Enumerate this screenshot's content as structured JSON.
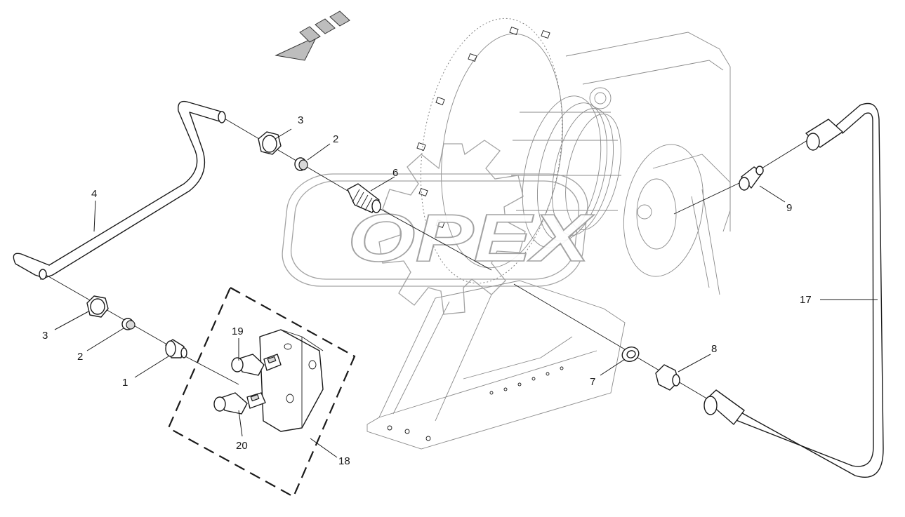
{
  "diagram": {
    "watermark_text": "OPEX",
    "callouts": [
      {
        "id": "c-1",
        "text": "1"
      },
      {
        "id": "c-2a",
        "text": "2"
      },
      {
        "id": "c-2b",
        "text": "2"
      },
      {
        "id": "c-3a",
        "text": "3"
      },
      {
        "id": "c-3b",
        "text": "3"
      },
      {
        "id": "c-4",
        "text": "4"
      },
      {
        "id": "c-6",
        "text": "6"
      },
      {
        "id": "c-7",
        "text": "7"
      },
      {
        "id": "c-8",
        "text": "8"
      },
      {
        "id": "c-9",
        "text": "9"
      },
      {
        "id": "c-17",
        "text": "17"
      },
      {
        "id": "c-18",
        "text": "18"
      },
      {
        "id": "c-19",
        "text": "19"
      },
      {
        "id": "c-20",
        "text": "20"
      }
    ]
  }
}
